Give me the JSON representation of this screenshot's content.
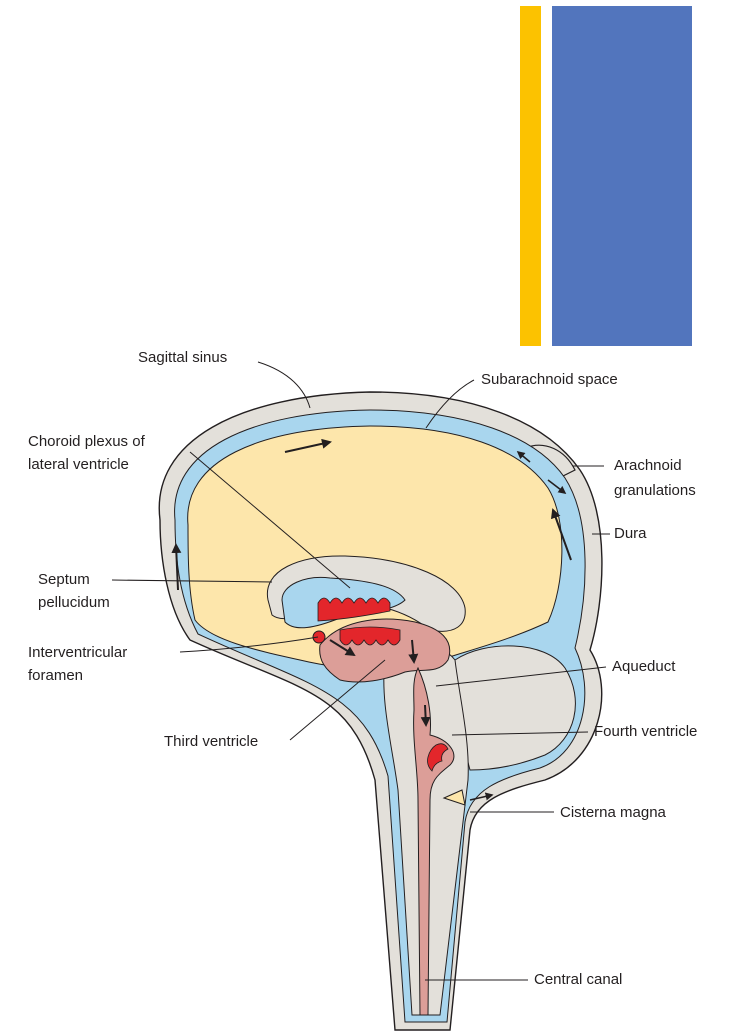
{
  "labels": {
    "sagittal_sinus": "Sagittal sinus",
    "subarachnoid_space": "Subarachnoid space",
    "choroid_plexus_line1": "Choroid plexus of",
    "choroid_plexus_line2": "lateral ventricle",
    "arachnoid_line1": "Arachnoid",
    "arachnoid_line2": "granulations",
    "dura": "Dura",
    "septum_line1": "Septum",
    "septum_line2": "pellucidum",
    "interventricular_line1": "Interventricular",
    "interventricular_line2": "foramen",
    "aqueduct": "Aqueduct",
    "third_ventricle": "Third ventricle",
    "fourth_ventricle": "Fourth ventricle",
    "cisterna_magna": "Cisterna magna",
    "central_canal": "Central canal"
  },
  "colors": {
    "accent_yellow": "#fcc200",
    "accent_blue": "#5275bd",
    "dura_grey": "#e3e0da",
    "csf_blue": "#a9d6ee",
    "brain_yellow": "#fde6ab",
    "ventricle_pink": "#dc9e98",
    "choroid_red": "#e3262b",
    "outline": "#231f20"
  }
}
